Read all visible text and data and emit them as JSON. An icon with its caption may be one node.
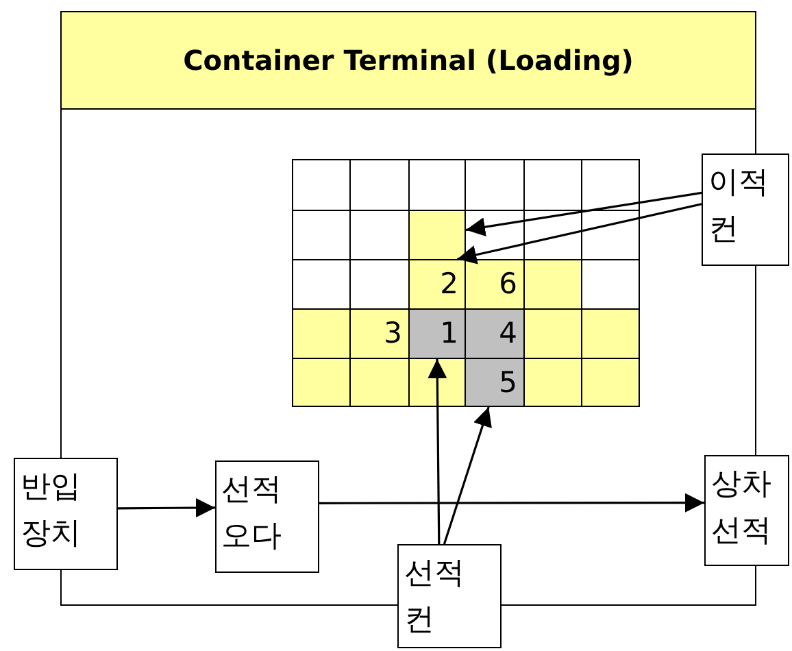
{
  "diagram": {
    "title": "Container Terminal (Loading)",
    "nodes": [
      {
        "text": [],
        "shape": "box"
      },
      {
        "text": [],
        "shape": "box",
        "in": 0
      },
      {
        "text": [],
        "shape": "box",
        "in": 1
      },
      {
        "text": [
          "2"
        ],
        "in": 1
      },
      {
        "text": [
          "6"
        ],
        "in": 1
      },
      {
        "text": [
          "3"
        ],
        "in": 1
      },
      {
        "text": [
          "1"
        ],
        "in": 1
      },
      {
        "text": [
          "4"
        ],
        "in": 1
      },
      {
        "text": [
          "5"
        ],
        "in": 1
      },
      {
        "text": [
          "이적컨"
        ]
      },
      {
        "text": [
          "반입장치"
        ]
      },
      {
        "text": [
          "선적오다"
        ],
        "in": 0
      },
      {
        "text": [
          "선적컨"
        ]
      },
      {
        "text": [
          "상차선적"
        ]
      }
    ],
    "edges": [
      {
        "from": 9,
        "to": 2,
        "arrow": "to"
      },
      {
        "from": 9,
        "to": 3,
        "arrow": "to"
      },
      {
        "from": 12,
        "to": 6,
        "arrow": "to"
      },
      {
        "from": 12,
        "to": 8,
        "arrow": "to"
      },
      {
        "from": 10,
        "to": 11,
        "arrow": "to"
      },
      {
        "from": 11,
        "to": 13,
        "arrow": "to"
      }
    ]
  }
}
